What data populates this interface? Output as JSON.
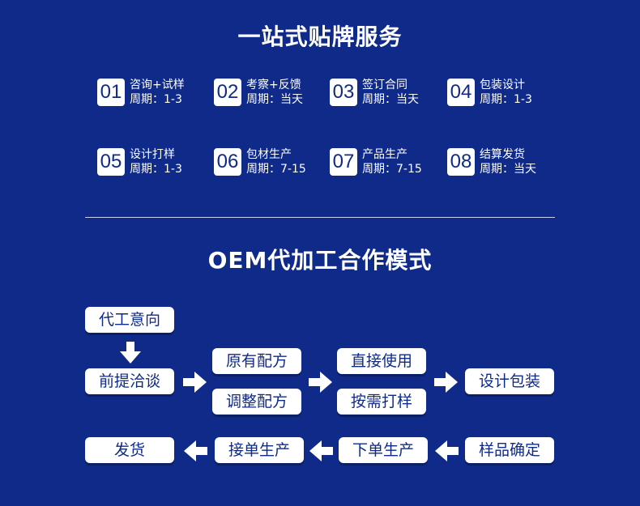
{
  "service": {
    "title": "一站式贴牌服务",
    "steps": [
      {
        "num": "01",
        "name": "咨询+试样",
        "cycle": "周期：1-3"
      },
      {
        "num": "02",
        "name": "考察+反馈",
        "cycle": "周期：当天"
      },
      {
        "num": "03",
        "name": "签订合同",
        "cycle": "周期：当天"
      },
      {
        "num": "04",
        "name": "包装设计",
        "cycle": "周期：1-3"
      },
      {
        "num": "05",
        "name": "设计打样",
        "cycle": "周期：1-3"
      },
      {
        "num": "06",
        "name": "包材生产",
        "cycle": "周期：7-15"
      },
      {
        "num": "07",
        "name": "产品生产",
        "cycle": "周期：7-15"
      },
      {
        "num": "08",
        "name": "结算发货",
        "cycle": "周期：当天"
      }
    ]
  },
  "oem": {
    "title": "OEM代加工合作模式",
    "flow": {
      "oem_intent": "代工意向",
      "negotiation": "前提洽谈",
      "original_formula": "原有配方",
      "adjust_formula": "调整配方",
      "direct_use": "直接使用",
      "sample_on_demand": "按需打样",
      "design_packaging": "设计包装",
      "sample_confirm": "样品确定",
      "place_order": "下单生产",
      "accept_order": "接单生产",
      "ship": "发货"
    },
    "arrow_color": "#ffffff"
  }
}
